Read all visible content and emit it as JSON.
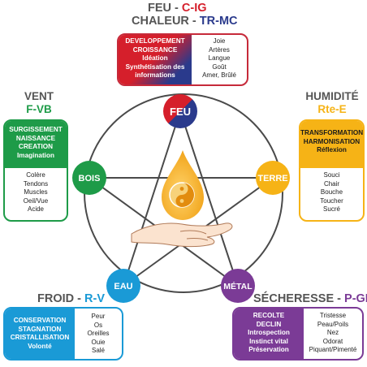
{
  "elements": {
    "feu": {
      "title_main": "FEU",
      "title_code": "C-IG",
      "subtitle_main": "CHALEUR",
      "subtitle_code": "TR-MC",
      "node": "FEU",
      "color": "#d51f2b",
      "color2": "#2a3a8c",
      "actions": [
        "DEVELOPPEMENT",
        "CROISSANCE",
        "Idéation",
        "Synthétisation des",
        "informations"
      ],
      "assoc": [
        "Joie",
        "Artères",
        "Langue",
        "Goût",
        "Amer, Brûlé"
      ]
    },
    "terre": {
      "title_main": "HUMIDITÉ",
      "title_code": "Rte-E",
      "node": "TERRE",
      "color": "#f6b316",
      "actions": [
        "TRANSFORMATION",
        "HARMONISATION",
        "Réflexion"
      ],
      "assoc": [
        "Souci",
        "Chair",
        "Bouche",
        "Toucher",
        "Sucré"
      ]
    },
    "bois": {
      "title_main": "VENT",
      "title_code": "F-VB",
      "node": "BOIS",
      "color": "#1e9b48",
      "actions": [
        "SURGISSEMENT",
        "NAISSANCE",
        "CREATION",
        "Imagination"
      ],
      "assoc": [
        "Colère",
        "Tendons",
        "Muscles",
        "Oeil/Vue",
        "Acide"
      ]
    },
    "eau": {
      "title_main": "FROID",
      "title_code": "R-V",
      "node": "EAU",
      "color": "#1a9ad6",
      "actions": [
        "CONSERVATION",
        "STAGNATION",
        "CRISTALLISATION",
        "Volonté"
      ],
      "assoc": [
        "Peur",
        "Os",
        "Oreilles",
        "Ouie",
        "Salé"
      ]
    },
    "metal": {
      "title_main": "SÉCHERESSE",
      "title_code": "P-GI",
      "node": "MÉTAL",
      "color": "#7b3b96",
      "actions": [
        "RECOLTE",
        "DECLIN",
        "Introspection",
        "Instinct vital",
        "Préservation"
      ],
      "assoc": [
        "Tristesse",
        "Peau/Poils",
        "Nez",
        "Odorat",
        "Piquant/Pimenté"
      ]
    }
  },
  "separator": "-",
  "colors": {
    "drop": "#f3a31b",
    "lines": "#4a4a4a",
    "title_gray": "#555555"
  }
}
